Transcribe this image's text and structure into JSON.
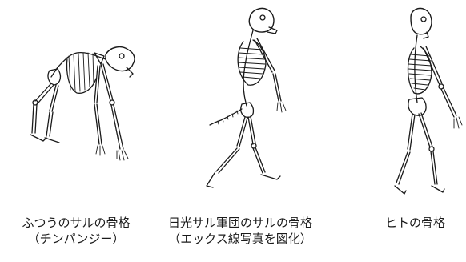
{
  "figures": [
    {
      "icon": "chimpanzee-skeleton-icon",
      "caption_line1": "ふつうのサルの骨格",
      "caption_line2": "（チンパンジー）"
    },
    {
      "icon": "nikko-monkey-skeleton-icon",
      "caption_line1": "日光サル軍団のサルの骨格",
      "caption_line2": "（エックス線写真を図化）"
    },
    {
      "icon": "human-skeleton-icon",
      "caption_line1": "ヒトの骨格",
      "caption_line2": ""
    }
  ]
}
